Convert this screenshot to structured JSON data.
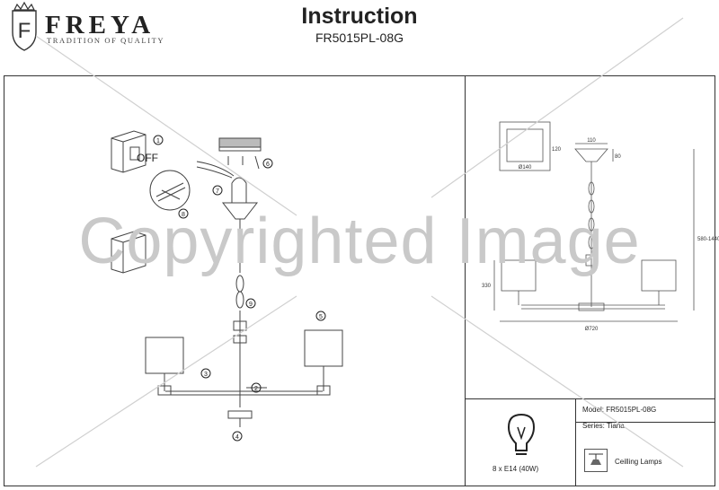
{
  "brand": {
    "name": "FREYA",
    "tagline": "TRADITION OF QUALITY",
    "monogram": "F"
  },
  "header": {
    "title": "Instruction",
    "model_code": "FR5015PL-08G"
  },
  "assembly": {
    "off_label": "OFF",
    "steps": [
      "1",
      "2",
      "3",
      "4",
      "5",
      "6",
      "7",
      "8",
      "9"
    ]
  },
  "dimensions": {
    "canopy_width": "110",
    "canopy_height": "80",
    "canopy_side": "120",
    "canopy_diameter": "Ø140",
    "arm_height": "330",
    "total_height": "580-1440",
    "span": "Ø720"
  },
  "info": {
    "model": "Model: FR5015PL-08G",
    "series": "Series: Tiana",
    "lamps": "8 x E14 (40W)",
    "type": "Ceilling Lamps"
  },
  "watermark": "Copyrighted Image"
}
